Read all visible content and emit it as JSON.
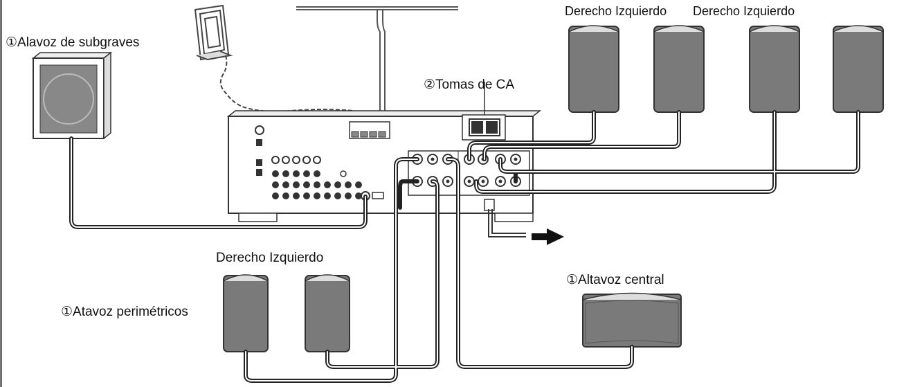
{
  "labels": {
    "subwoofer": "①Alavoz de subgraves",
    "ac_outlets": "②Tomas de CA",
    "front_pair_1": "Derecho Izquierdo",
    "front_pair_2": "Derecho Izquierdo",
    "surround_pair": "Derecho Izquierdo",
    "surround": "①Atavoz perimétricos",
    "center": "①Altavoz central"
  }
}
